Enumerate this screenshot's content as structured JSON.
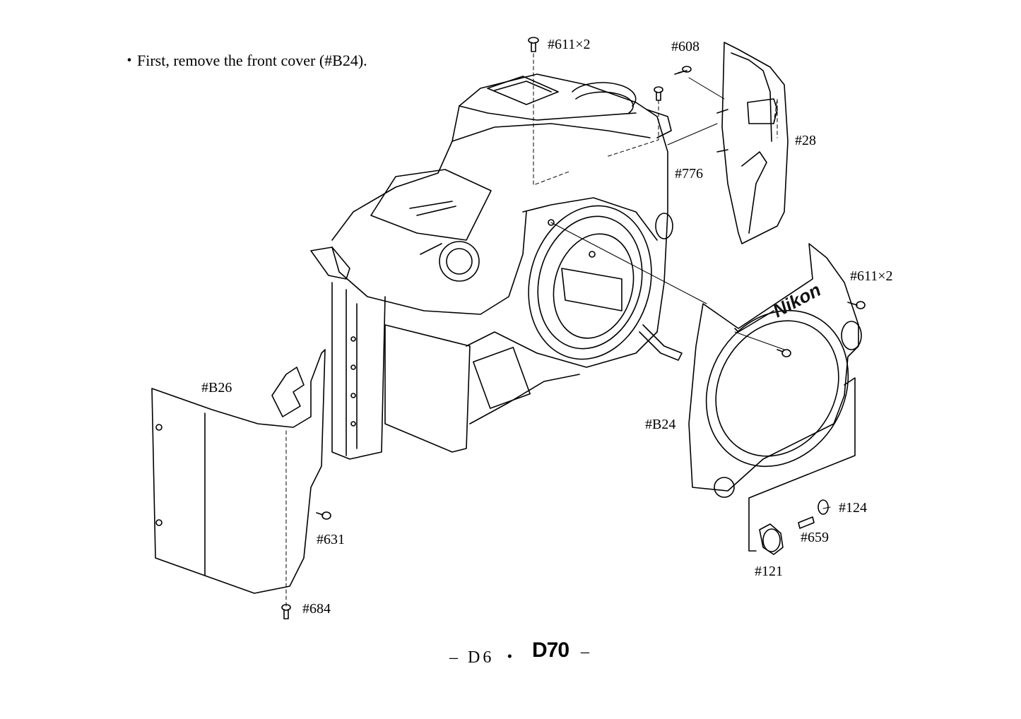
{
  "instruction": "・First, remove the front cover (#B24).",
  "parts": {
    "screw_top": "#611×2",
    "screw_right": "#611×2",
    "p608": "#608",
    "p28": "#28",
    "p776": "#776",
    "pB26": "#B26",
    "pB24": "#B24",
    "p124": "#124",
    "p659": "#659",
    "p121": "#121",
    "p631": "#631",
    "p684": "#684"
  },
  "brand": "Nikon",
  "footer": {
    "page": "– D6 ・",
    "model": "D70",
    "dash": "–"
  }
}
